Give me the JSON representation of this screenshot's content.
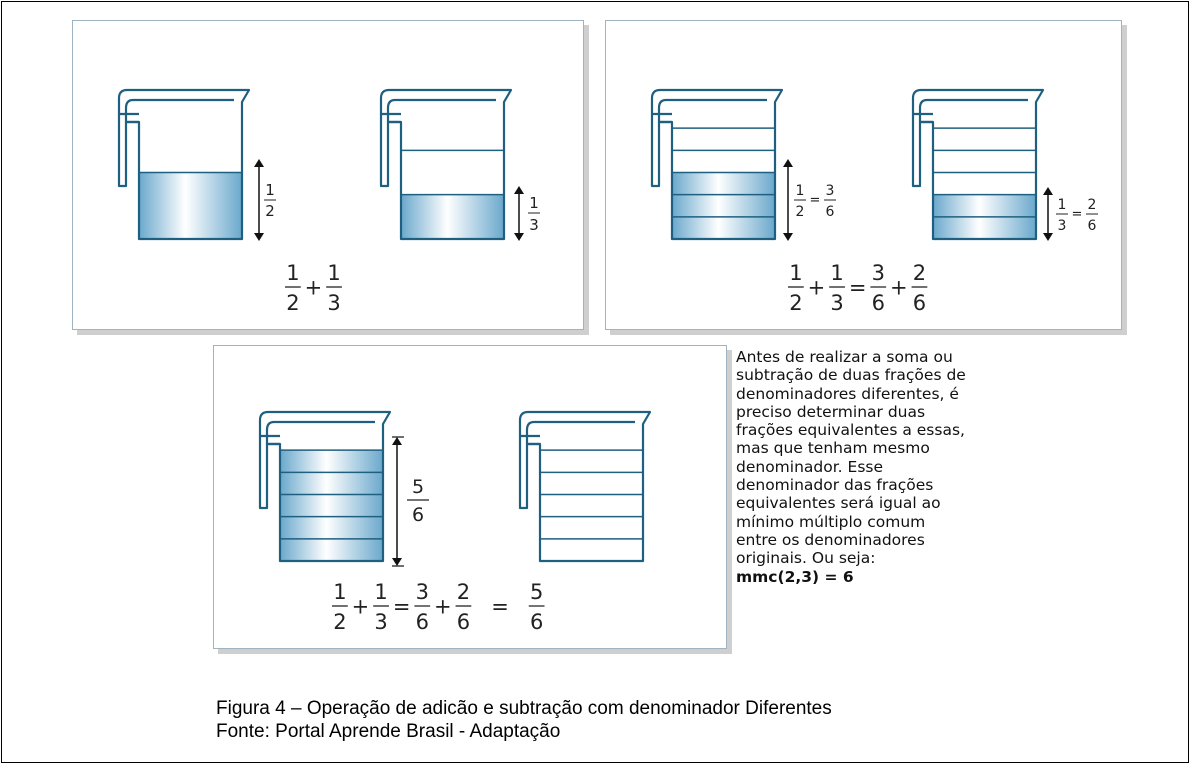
{
  "panel1": {
    "left_label": {
      "num": "1",
      "den": "2"
    },
    "right_label": {
      "num": "1",
      "den": "3"
    },
    "equation": [
      {
        "type": "frac",
        "num": "1",
        "den": "2"
      },
      {
        "type": "op",
        "text": "+"
      },
      {
        "type": "frac",
        "num": "1",
        "den": "3"
      }
    ]
  },
  "panel2": {
    "left_label": {
      "a_num": "1",
      "a_den": "2",
      "sep": "=",
      "b_num": "3",
      "b_den": "6"
    },
    "right_label": {
      "a_num": "1",
      "a_den": "3",
      "sep": "=",
      "b_num": "2",
      "b_den": "6"
    },
    "equation": [
      {
        "type": "frac",
        "num": "1",
        "den": "2"
      },
      {
        "type": "op",
        "text": "+"
      },
      {
        "type": "frac",
        "num": "1",
        "den": "3"
      },
      {
        "type": "op",
        "text": "="
      },
      {
        "type": "frac",
        "num": "3",
        "den": "6"
      },
      {
        "type": "op",
        "text": "+"
      },
      {
        "type": "frac",
        "num": "2",
        "den": "6"
      }
    ]
  },
  "panel3": {
    "left_label": {
      "num": "5",
      "den": "6"
    },
    "equation": [
      {
        "type": "frac",
        "num": "1",
        "den": "2"
      },
      {
        "type": "op",
        "text": "+"
      },
      {
        "type": "frac",
        "num": "1",
        "den": "3"
      },
      {
        "type": "op",
        "text": "="
      },
      {
        "type": "frac",
        "num": "3",
        "den": "6"
      },
      {
        "type": "op",
        "text": "+"
      },
      {
        "type": "frac",
        "num": "2",
        "den": "6"
      },
      {
        "type": "op",
        "text": "="
      },
      {
        "type": "frac",
        "num": "5",
        "den": "6"
      }
    ]
  },
  "note": {
    "lines": [
      "Antes de realizar a soma ou",
      "subtração  de  duas frações de",
      "denominadores diferentes, é",
      "preciso determinar duas",
      "frações equivalentes a essas,",
      "mas que tenham mesmo",
      "denominador. Esse",
      "denominador das frações",
      "equivalentes será igual ao",
      "mínimo múltiplo comum",
      "entre os denominadores",
      "originais. Ou seja:"
    ],
    "formula": "mmc(2,3) = 6"
  },
  "caption": {
    "figure": "Figura 4 – Operação de adicão e subtração com denominador Diferentes",
    "source": "Fonte: Portal Aprende Brasil - Adaptação"
  },
  "colors": {
    "liquid": "#a8d0e6",
    "liquid_dark": "#5b9bc0",
    "outline": "#1f5f7f",
    "panel_border": "#9fb4c3"
  },
  "jugs": {
    "panel1_left": {
      "divisions": 2,
      "filled": 1
    },
    "panel1_right": {
      "divisions": 3,
      "filled": 1
    },
    "panel2_left": {
      "divisions": 6,
      "filled": 3
    },
    "panel2_right": {
      "divisions": 6,
      "filled": 2
    },
    "panel3_left": {
      "divisions": 6,
      "filled": 5
    },
    "panel3_right": {
      "divisions": 6,
      "filled": 0
    }
  }
}
